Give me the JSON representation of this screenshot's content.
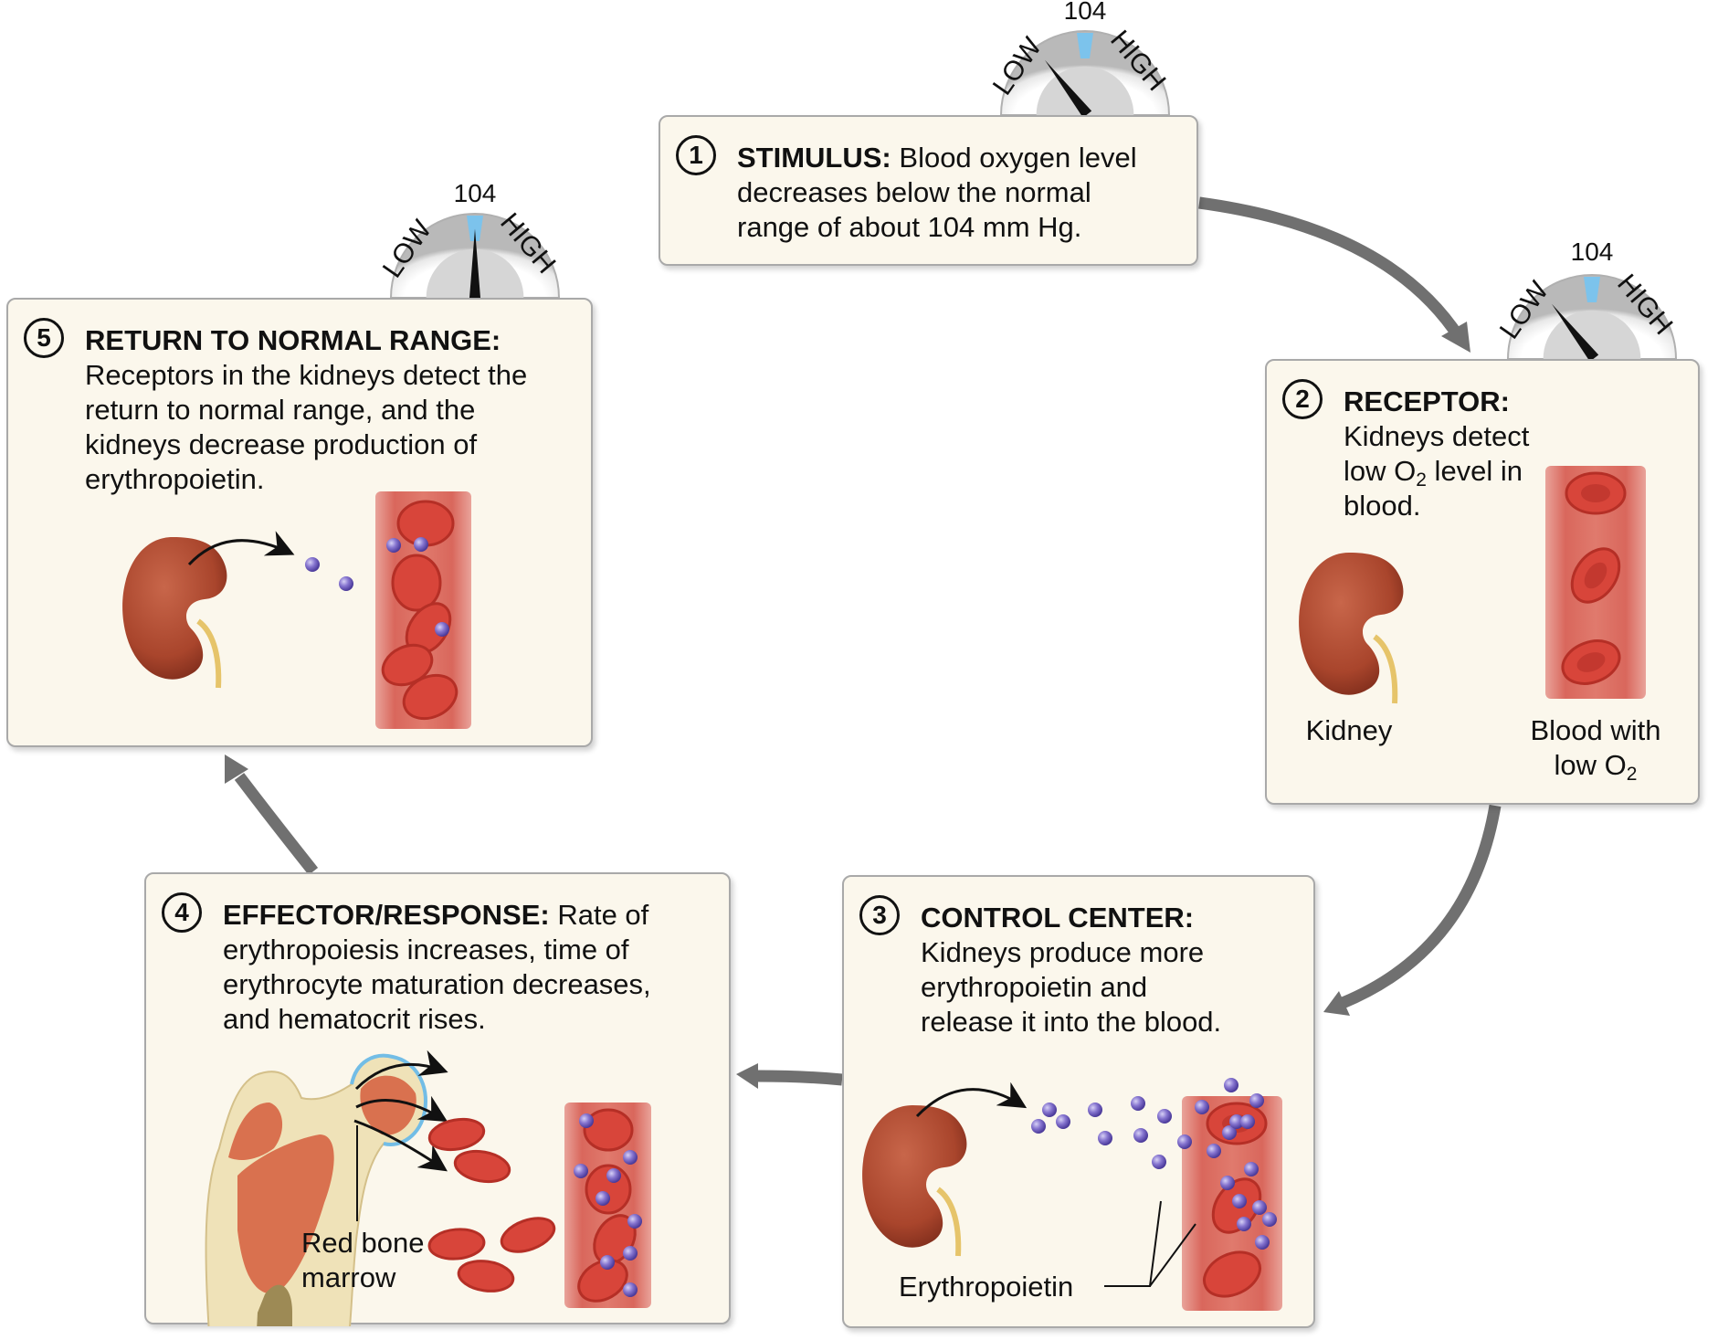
{
  "colors": {
    "box_fill": "#fbf7ec",
    "box_border": "#a9a9a9",
    "arrow": "#707070",
    "gauge_normal_band": "#7cc3ec",
    "epo_molecule": "#7060c0",
    "rbc": "#d8453a",
    "kidney": "#a9452c",
    "bone_marrow": "#d9714f",
    "bone": "#efe2b8",
    "periosteum": "#72bde6"
  },
  "gauges": [
    {
      "id": "stimulus",
      "value_label": "104",
      "low_label": "LOW",
      "high_label": "HIGH",
      "needle_state": "low"
    },
    {
      "id": "receptor",
      "value_label": "104",
      "low_label": "LOW",
      "high_label": "HIGH",
      "needle_state": "low"
    },
    {
      "id": "return",
      "value_label": "104",
      "low_label": "LOW",
      "high_label": "HIGH",
      "needle_state": "normal"
    }
  ],
  "steps": [
    {
      "number": "1",
      "title": "STIMULUS:",
      "lines": [
        "Blood oxygen level",
        "decreases below the normal",
        "range of about 104 mm Hg."
      ]
    },
    {
      "number": "2",
      "title": "RECEPTOR:",
      "lines": [
        "Kidneys detect",
        "low O",
        "2",
        " level in",
        "blood."
      ],
      "labels": {
        "kidney": "Kidney",
        "blood_line1": "Blood with",
        "blood_line2": "low O",
        "blood_sub": "2"
      }
    },
    {
      "number": "3",
      "title": "CONTROL CENTER:",
      "lines": [
        "Kidneys produce more",
        "erythropoietin and",
        "release it into the blood."
      ],
      "labels": {
        "erythropoietin": "Erythropoietin"
      }
    },
    {
      "number": "4",
      "title": "EFFECTOR/RESPONSE:",
      "lines": [
        "Rate of",
        "erythropoiesis increases, time of",
        "erythrocyte maturation decreases,",
        "and hematocrit rises."
      ],
      "labels": {
        "marrow_line1": "Red bone",
        "marrow_line2": "marrow"
      }
    },
    {
      "number": "5",
      "title": "RETURN TO NORMAL RANGE:",
      "lines": [
        "Receptors in the kidneys detect the",
        "return to normal range, and the",
        "kidneys decrease production of",
        "erythropoietin."
      ]
    }
  ],
  "flow": [
    "1 → 2",
    "2 → 3",
    "3 → 4",
    "4 → 5"
  ]
}
